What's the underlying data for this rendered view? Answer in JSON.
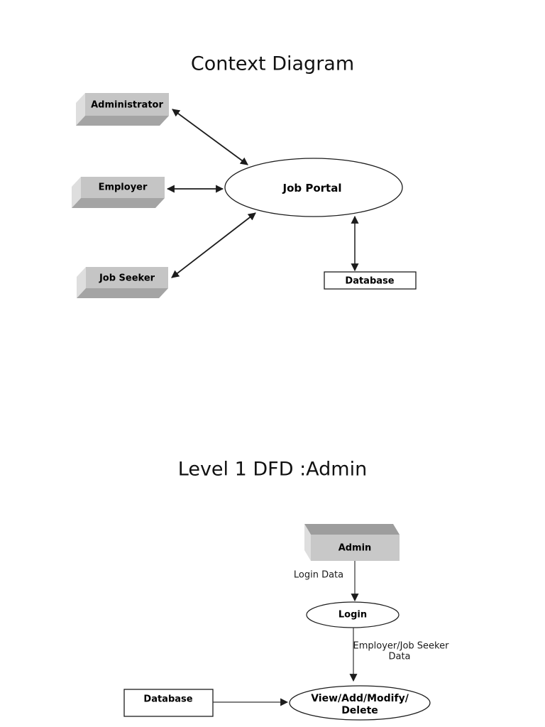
{
  "colors": {
    "page_background": "#ffffff",
    "box_front": "#c5c5c5",
    "box_left_face": "#dedede",
    "box_bottom_face": "#a4a4a4",
    "box_top_face": "#9d9d9d",
    "shape_fill": "#ffffff",
    "stroke": "#1c1c1c",
    "text": "#000000"
  },
  "context_diagram": {
    "title": "Context Diagram",
    "external_entities": [
      {
        "label": "Administrator"
      },
      {
        "label": "Employer"
      },
      {
        "label": "Job Seeker"
      }
    ],
    "process": {
      "label": "Job Portal"
    },
    "data_store": {
      "label": "Database"
    }
  },
  "level1_dfd": {
    "title": "Level 1 DFD :Admin",
    "external_entity": {
      "label": "Admin"
    },
    "processes": [
      {
        "label": "Login"
      },
      {
        "label_line1": "View/Add/Modify/",
        "label_line2": "Delete"
      }
    ],
    "data_store": {
      "label": "Database"
    },
    "flow_labels": [
      {
        "line1": "Login Data"
      },
      {
        "line1": "Employer/Job Seeker",
        "line2": "Data"
      }
    ]
  }
}
